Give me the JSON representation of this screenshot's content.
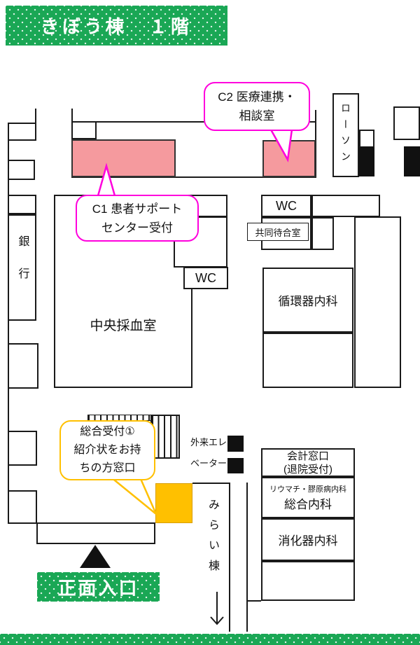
{
  "header": {
    "title": "きぼう棟　１階"
  },
  "colors": {
    "green": "#1aa755",
    "pink": "#f59a9e",
    "yellow": "#ffc000",
    "magenta": "#ff00dd",
    "wall": "#1a1a1a"
  },
  "callouts": {
    "c2": {
      "lines": [
        "C2 医療連携・",
        "相談室"
      ]
    },
    "c1": {
      "lines": [
        "C1 患者サポート",
        "センター受付"
      ]
    },
    "general_reception": {
      "lines": [
        "総合受付①",
        "紹介状をお持",
        "ちの方窓口"
      ]
    }
  },
  "rooms": {
    "bank": "銀行",
    "lawson": "ローソン",
    "wc_right": "WC",
    "wc_center": "WC",
    "shared_waiting_room": "共同待合室",
    "cardiology": "循環器内科",
    "central_blood_room": "中央採血室",
    "accounting": {
      "lines": [
        "会計窓口",
        "(退院受付)"
      ]
    },
    "rheumatology": "リウマチ・膠原病内科",
    "general_internal": "総合内科",
    "gastroenterology": "消化器内科",
    "mirai_wing": "みらい棟",
    "outpatient_elevator": {
      "lines": [
        "外来エレ",
        "ベーター"
      ]
    },
    "main_entrance": "正面入口"
  }
}
